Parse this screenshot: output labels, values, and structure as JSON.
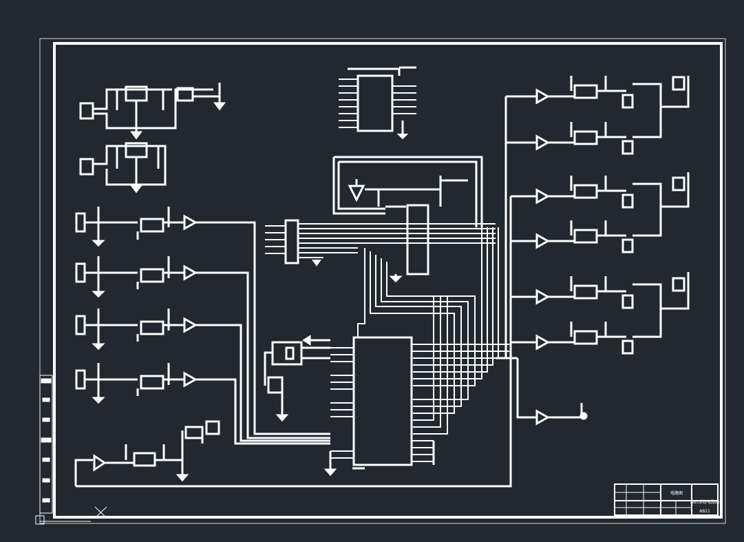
{
  "drawing": {
    "background_color": "#212830",
    "line_color": "#ffffff",
    "description_note": "CAD electrical schematic drawing sheet (white traces on dark background)"
  },
  "title_block": {
    "drawing_name": "电路图",
    "title": "ABS系统电路图",
    "drawing_number": "AB21"
  },
  "icons": {
    "ucs_icon": "ucs-cross-icon"
  }
}
